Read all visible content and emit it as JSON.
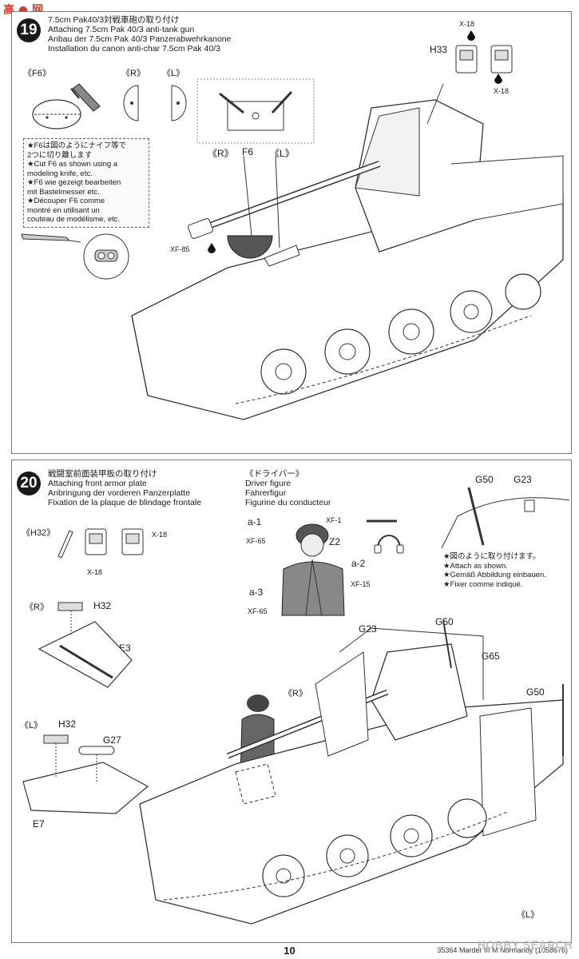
{
  "watermark_top": "高 ● 网",
  "watermark_bottom": "HOBBY SEARCH",
  "step19": {
    "number": "19",
    "title_ja": "7.5cm Pak40/3対戦車砲の取り付け",
    "title_en": "Attaching 7.5cm Pak 40/3 anti-tank gun",
    "title_de": "Anbau der 7.5cm Pak 40/3 Panzerabwehrkanone",
    "title_fr": "Installation du canon anti-char 7.5cm Pak 40/3",
    "label_f6_bracket": "《F6》",
    "label_r_bracket": "《R》",
    "label_l_bracket": "《L》",
    "label_r2": "《R》",
    "label_f6": "F6",
    "label_l2": "《L》",
    "label_h33": "H33",
    "label_x18": "X-18",
    "label_x18b": "X-18",
    "label_xf85": "XF-85",
    "note_lines": [
      "★F6は図のようにナイフ等で",
      "2つに切り離します",
      "★Cut F6 as shown using a",
      "modeling knife, etc.",
      "★F6 wie gezeigt bearbeiten",
      "mit Bastelmesser etc.",
      "★Découper F6 comme",
      "montré en utilisant un",
      "couteau de modélisme, etc."
    ]
  },
  "step20": {
    "number": "20",
    "title_ja": "戦闘室前面装甲板の取り付け",
    "title_en": "Attaching front armor plate",
    "title_de": "Anbringung der vorderen Panzerplatte",
    "title_fr": "Fixation de la plaque de blindage frontale",
    "driver_ja": "《ドライバー》",
    "driver_en": "Driver figure",
    "driver_de": "Fahrerfigur",
    "driver_fr": "Figurine du conducteur",
    "label_h32_bracket": "《H32》",
    "label_x18": "X-18",
    "label_x18b": "X-18",
    "label_r": "《R》",
    "label_h32": "H32",
    "label_e3": "E3",
    "label_l": "《L》",
    "label_h32b": "H32",
    "label_g27": "G27",
    "label_e7": "E7",
    "label_a1": "a-1",
    "label_xf65a": "XF-65",
    "label_xf1": "XF-1",
    "label_z2": "Z2",
    "label_a2": "a-2",
    "label_xf15": "XF-15",
    "label_a3": "a-3",
    "label_xf65b": "XF-65",
    "label_g50a": "G50",
    "label_g23a": "G23",
    "attach_lines": [
      "★図のように取り付けます。",
      "★Attach as shown.",
      "★Gemäß Abbildung einbauen.",
      "★Fixer comme indiqué."
    ],
    "label_g23b": "G23",
    "label_g50b": "G50",
    "label_g65": "G65",
    "label_r_main": "《R》",
    "label_g50c": "G50",
    "label_l_main": "《L》"
  },
  "footer": {
    "page_number": "10",
    "code": "35364",
    "title": "Marder III M Normandy (1058676)"
  }
}
